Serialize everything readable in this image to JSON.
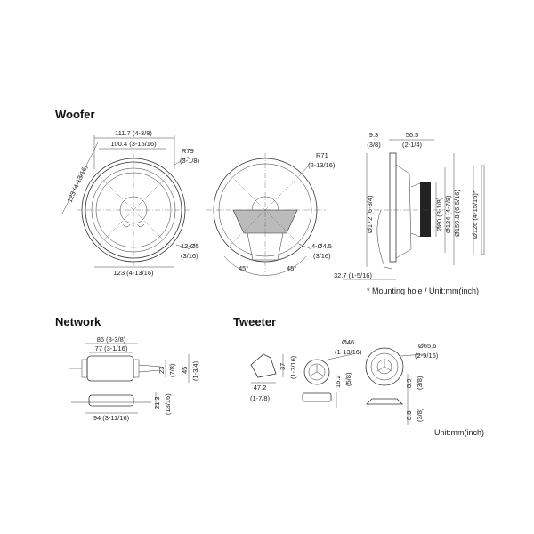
{
  "sections": {
    "woofer": "Woofer",
    "network": "Network",
    "tweeter": "Tweeter"
  },
  "woofer": {
    "front": {
      "width_outer": "111.7 (4-3/8)",
      "width_inner": "100.4 (3-15/16)",
      "radius": "R79",
      "radius_in": "(3-1/8)",
      "diag": "123 (4-13/16)",
      "holes": "12-Ø5",
      "holes_in": "(3/16)",
      "bottom": "123 (4-13/16)"
    },
    "rear": {
      "radius": "R71",
      "radius_in": "(2-13/16)",
      "holes": "4-Ø4.5",
      "holes_in": "(3/16)",
      "angle_left": "45°",
      "angle_right": "45°"
    },
    "side": {
      "flange": "9.3",
      "flange_in": "(3/8)",
      "depth": "56.5",
      "depth_in": "(2-1/4)",
      "dia_outer": "Ø172 (6-3/4)",
      "dia_magnet": "Ø80 (3-1/8)",
      "dia_basket": "Ø124 (4-7/8)",
      "dia_frame": "Ø159.8 (6-5/16)",
      "dia_mount": "Ø126 (4-15/16)*",
      "grille_depth": "32.7 (1-5/16)"
    },
    "note": "* Mounting hole / Unit:mm(inch)"
  },
  "network": {
    "w_outer": "86 (3-3/8)",
    "w_inner": "77 (3-1/16)",
    "h_inner": "23",
    "h_inner_in": "(7/8)",
    "h_outer": "45",
    "h_outer_in": "(1-3/4)",
    "thick": "21.3",
    "thick_in": "(13/16)",
    "length": "94 (3-11/16)"
  },
  "tweeter": {
    "height": "37",
    "height_in": "(1-7/16)",
    "width": "47.2",
    "width_in": "(1-7/8)",
    "dia_small": "Ø46",
    "dia_small_in": "(1-13/16)",
    "depth_small": "16.2",
    "depth_small_in": "(5/8)",
    "dia_large": "Ø65.6",
    "dia_large_in": "(2-9/16)",
    "top_large": "8.9",
    "top_large_in": "(3/8)",
    "bottom_large": "8.8",
    "bottom_large_in": "(3/8)",
    "unit": "Unit:mm(inch)"
  }
}
